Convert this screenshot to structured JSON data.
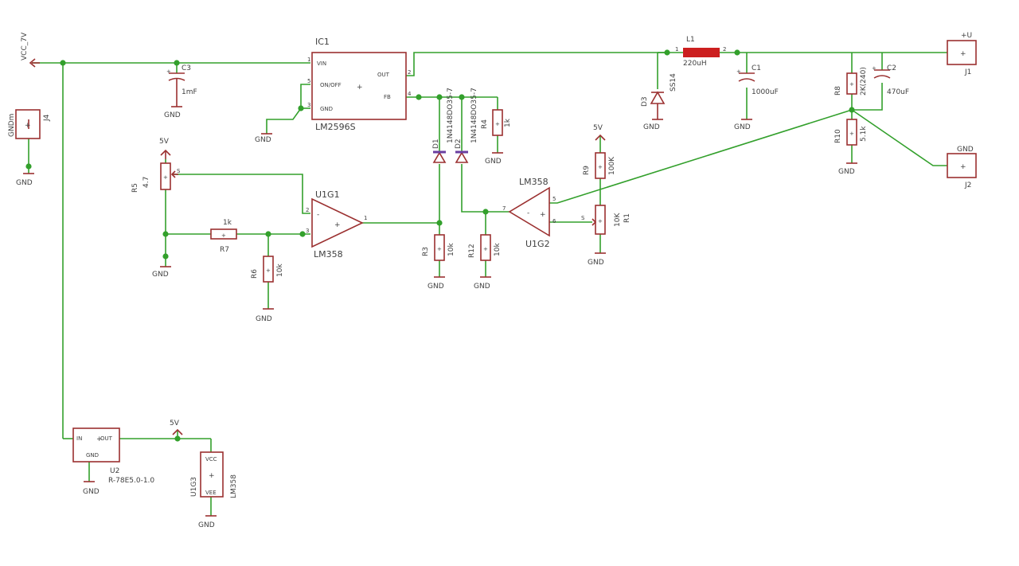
{
  "labels": {
    "vcc": "VCC_7V",
    "gnd": "GND",
    "sv": "5V",
    "ic1_name": "IC1",
    "ic1_value": "LM2596S",
    "ic1_vin": "VIN",
    "ic1_onoff": "ON/OFF",
    "ic1_gnd": "GND",
    "ic1_out": "OUT",
    "ic1_fb": "FB",
    "c3_name": "C3",
    "c3_value": "1mF",
    "c1_name": "C1",
    "c1_value": "1000uF",
    "c2_name": "C2",
    "c2_value": "470uF",
    "l1_name": "L1",
    "l1_value": "220uH",
    "d3_name": "D3",
    "d3_value": "SS14",
    "d1_name": "D1",
    "d1_value": "1N4148DO35-7",
    "d2_name": "D2",
    "d2_value": "1N4148DO35-7",
    "r4_name": "R4",
    "r4_value": "1k",
    "r7_name": "R7",
    "r7_value": "1k",
    "r6_name": "R6",
    "r6_value": "10k",
    "r3_name": "R3",
    "r3_value": "10k",
    "r12_name": "R12",
    "r12_value": "10k",
    "r9_name": "R9",
    "r9_value": "100K",
    "r1_name": "R1",
    "r1_value": "10K",
    "r5_name": "R5",
    "r5_value": "4.7",
    "r8_name": "R8",
    "r8_value": "2K(240)",
    "r10_name": "R10",
    "r10_value": "5.1k",
    "ic2_name": "U1G1",
    "ic2_value": "LM358",
    "ic3_name": "U1G2",
    "ic3_value": "LM358",
    "u1g3_name": "U1G3",
    "u1g3_value": "LM358",
    "u1g3_vcc": "VCC",
    "u1g3_vee": "VEE",
    "u2_name": "U2",
    "u2_value": "R-78E5.0-1.0",
    "u2_in": "IN",
    "u2_out": "OUT",
    "u2_gnd": "GND",
    "j1_name": "J1",
    "j1_net": "+U",
    "j2_name": "J2",
    "j2_net": "GND",
    "j4_name": "J4",
    "j4_net": "GNDm",
    "plus": "+",
    "minus": "-"
  },
  "colors": {
    "wire": "#33a02c",
    "part": "#9b3030",
    "inductor": "#cc1f1f",
    "diode_band": "#6a3fa0",
    "text": "#404040"
  }
}
